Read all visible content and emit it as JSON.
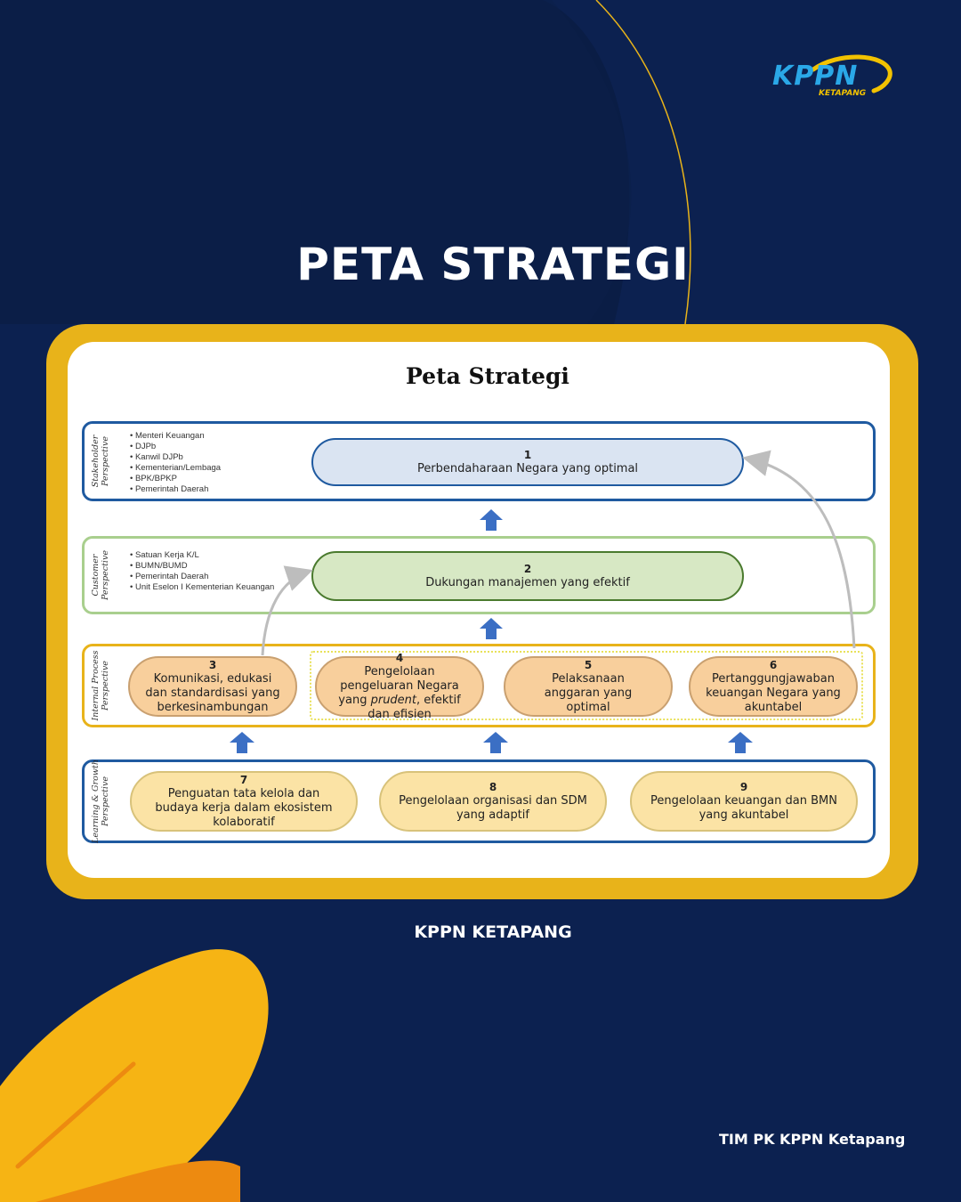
{
  "logo": {
    "main": "KPPN",
    "sub": "KETAPANG"
  },
  "page_title": "PETA STRATEGI",
  "diagram": {
    "title": "Peta Strategi",
    "perspectives": [
      {
        "label_line1": "Stakeholder",
        "label_line2": "Perspective",
        "items": [
          "Menteri Keuangan",
          "DJPb",
          "Kanwil DJPb",
          "Kementerian/Lembaga",
          "BPK/BPKP",
          "Pemerintah Daerah"
        ]
      },
      {
        "label_line1": "Customer",
        "label_line2": "Perspective",
        "items": [
          "Satuan Kerja K/L",
          "BUMN/BUMD",
          "Pemerintah Daerah",
          "Unit Eselon I Kementerian Keuangan"
        ]
      },
      {
        "label_line1": "Internal Process",
        "label_line2": "Perspective",
        "items": []
      },
      {
        "label_line1": "Learning & Growth",
        "label_line2": "Perspective",
        "items": []
      }
    ],
    "objectives": [
      {
        "num": "1",
        "text": "Perbendaharaan Negara yang optimal"
      },
      {
        "num": "2",
        "text": "Dukungan manajemen yang efektif"
      },
      {
        "num": "3",
        "text": "Komunikasi, edukasi dan standardisasi yang berkesinambungan"
      },
      {
        "num": "4",
        "text_before": "Pengelolaan pengeluaran Negara yang ",
        "text_em": "prudent",
        "text_after": ", efektif dan efisien"
      },
      {
        "num": "5",
        "text": "Pelaksanaan anggaran yang optimal"
      },
      {
        "num": "6",
        "text": "Pertanggungjawaban keuangan Negara yang akuntabel"
      },
      {
        "num": "7",
        "text": "Penguatan tata kelola dan budaya kerja dalam ekosistem kolaboratif"
      },
      {
        "num": "8",
        "text": "Pengelolaan organisasi dan SDM yang adaptif"
      },
      {
        "num": "9",
        "text": "Pengelolaan keuangan dan BMN yang akuntabel"
      }
    ],
    "colors": {
      "stakeholder_border": "#1f5aa0",
      "customer_border": "#a9cf8e",
      "internal_border": "#e8b31a",
      "learning_border": "#1f5aa0",
      "node1_fill": "#dae4f2",
      "node2_fill": "#d7e8c4",
      "process_fill": "#f8cf9c",
      "learning_fill": "#fbe3a5",
      "arrow": "#3b6fc4"
    }
  },
  "caption": "KPPN KETAPANG",
  "credit": "TIM PK KPPN Ketapang",
  "colors": {
    "background": "#0c2150",
    "accent": "#e8b31a"
  }
}
